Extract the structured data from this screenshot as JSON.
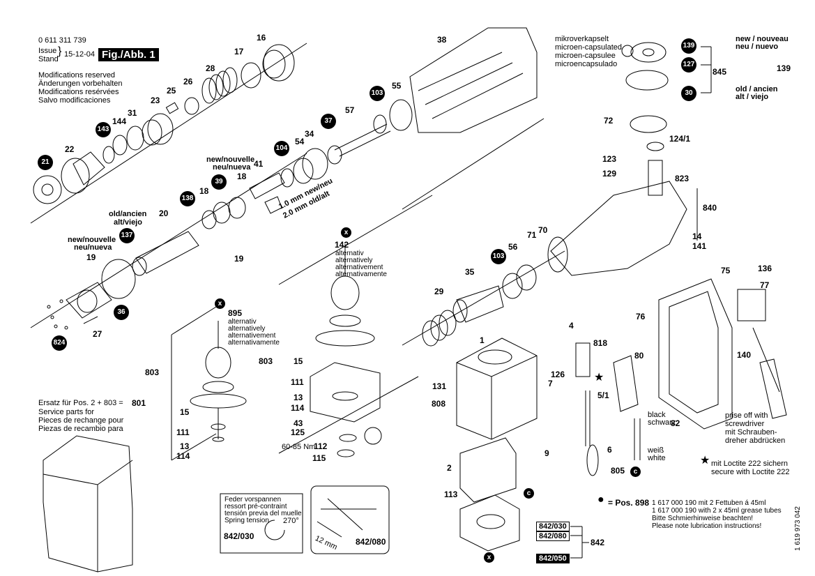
{
  "header": {
    "doc_number": "0 611 311 739",
    "issue_label": "Issue",
    "stand_label": "Stand",
    "date": "15-12-04",
    "fig_label": "Fig./Abb. 1"
  },
  "modifications": [
    "Modifications reserved",
    "Änderungen vorbehalten",
    "Modifications resérvées",
    "Salvo modificaciones"
  ],
  "encapsulated": [
    "mikroverkapselt",
    "microen-capsulated",
    "microen-capsulee",
    "microencapsulado"
  ],
  "new_old_top": {
    "new": "new / nouveau",
    "neu": "neu / nuevo",
    "old": "old / ancien",
    "alt": "alt / viejo",
    "num": "139"
  },
  "new_nouvelle_1": {
    "new": "new/nouvelle",
    "neu": "neu/nueva"
  },
  "new_nouvelle_2": {
    "new": "new/nouvelle",
    "neu": "neu/nueva"
  },
  "old_ancien": {
    "old": "old/ancien",
    "alt": "alt/viejo"
  },
  "mm_new": "1.0 mm new/neu",
  "mm_old": "2.0 mm old/alt",
  "alternativ_142": [
    "alternativ",
    "alternatively",
    "alternativement",
    "alternativamente"
  ],
  "alternativ_895": [
    "alternativ",
    "alternatively",
    "alternativement",
    "alternativamente"
  ],
  "ersatz": {
    "line1": "Ersatz für Pos. 2 + 803  =",
    "num": "801",
    "lines": [
      "Service parts for",
      "Pieces de rechange pour",
      "Piezas de recambio para"
    ]
  },
  "torque": "60-85 Nm",
  "spring": {
    "lines": [
      "Feder vorspannen",
      "ressort pré-contraint",
      "tensión previa del muelle",
      "Spring tension"
    ],
    "angle": "270°",
    "part": "842/030"
  },
  "mm12": "12 mm",
  "part_842_080b": "842/080",
  "black": [
    "black",
    "schwarz"
  ],
  "white": [
    "weiß",
    "white"
  ],
  "prise": [
    "prise off with",
    "screwdriver",
    "mit Schrauben-",
    "dreher abdrücken"
  ],
  "loctite": [
    "mit Loctite 222 sichern",
    "secure with Loctite 222"
  ],
  "pos898": {
    "label": "= Pos. 898",
    "lines": [
      "1 617 000 190 mit 2 Fettuben á 45ml",
      "1 617 000 190 with 2 x 45ml grease tubes",
      "Bitte Schmierhinweise beachten!",
      "Please note lubrication instructions!"
    ]
  },
  "side_code": "1 619 973 042",
  "badges": {
    "b21": "21",
    "b143": "143",
    "b138": "138",
    "b137": "137",
    "b36": "36",
    "b824": "824",
    "b39": "39",
    "b104": "104",
    "b37": "37",
    "b103a": "103",
    "b103b": "103",
    "b139": "139",
    "b127": "127",
    "b30": "30",
    "x1": "x",
    "x2": "x",
    "x3": "x",
    "c1": "c",
    "c2": "c"
  },
  "boxes": {
    "a": "842/030",
    "b": "842/080",
    "c": "842/050",
    "d": "842/030"
  },
  "numbers": {
    "n16": "16",
    "n17": "17",
    "n28": "28",
    "n26": "26",
    "n25": "25",
    "n23": "23",
    "n31": "31",
    "n144": "144",
    "n22": "22",
    "n38": "38",
    "n55": "55",
    "n57": "57",
    "n34": "34",
    "n54": "54",
    "n41": "41",
    "n18a": "18",
    "n18b": "18",
    "n20": "20",
    "n19a": "19",
    "n19b": "19",
    "n27": "27",
    "n142": "142",
    "n895": "895",
    "n803a": "803",
    "n803b": "803",
    "n15a": "15",
    "n111a": "111",
    "n13a": "13",
    "n114a": "114",
    "n15b": "15",
    "n111b": "111",
    "n13b": "13",
    "n114b": "114",
    "n43": "43",
    "n125": "125",
    "n112": "112",
    "n115": "115",
    "n845": "845",
    "n72": "72",
    "n124": "124/1",
    "n123": "123",
    "n129": "129",
    "n823": "823",
    "n840": "840",
    "n14": "14",
    "n141": "141",
    "n71": "71",
    "n70": "70",
    "n56": "56",
    "n35": "35",
    "n29": "29",
    "n1": "1",
    "n131": "131",
    "n808": "808",
    "n126": "126",
    "n7": "7",
    "n4": "4",
    "n818": "818",
    "n51": "5/1",
    "n76": "76",
    "n80": "80",
    "n82": "82",
    "n75": "75",
    "n136": "136",
    "n77": "77",
    "n140": "140",
    "n9": "9",
    "n6": "6",
    "n805": "805",
    "n2": "2",
    "n113": "113",
    "n842": "842"
  }
}
